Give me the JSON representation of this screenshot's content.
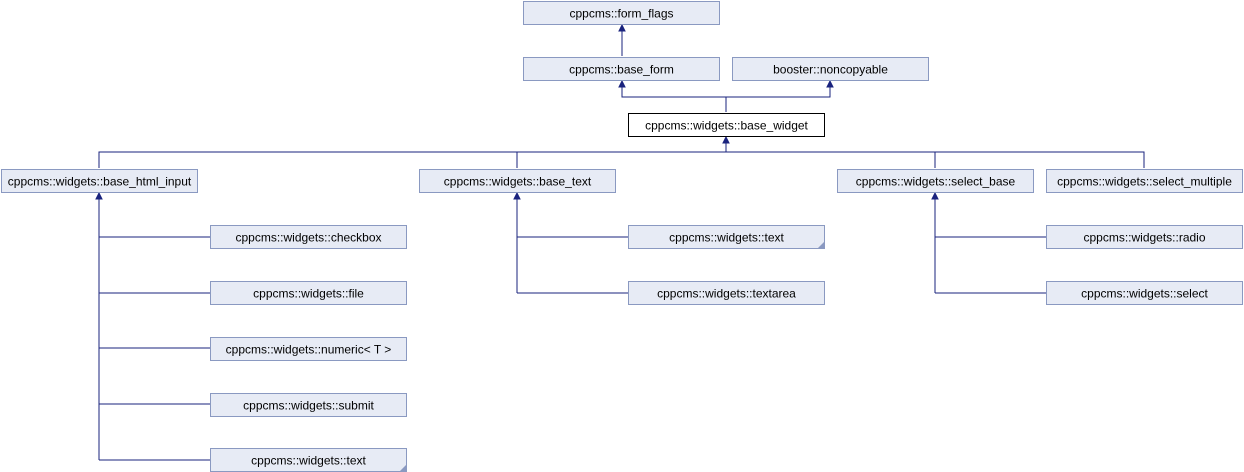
{
  "diagram": {
    "colors": {
      "node_fill": "#e7ebf5",
      "node_border": "#8a99c1",
      "current_fill": "#ffffff",
      "current_border": "#000000",
      "edge": "#1a237e"
    },
    "nodes": {
      "form_flags": {
        "label": "cppcms::form_flags"
      },
      "base_form": {
        "label": "cppcms::base_form"
      },
      "noncopyable": {
        "label": "booster::noncopyable"
      },
      "base_widget": {
        "label": "cppcms::widgets::base_widget"
      },
      "base_html_input": {
        "label": "cppcms::widgets::base_html_input"
      },
      "base_text": {
        "label": "cppcms::widgets::base_text"
      },
      "select_base": {
        "label": "cppcms::widgets::select_base"
      },
      "select_multiple": {
        "label": "cppcms::widgets::select_multiple"
      },
      "checkbox": {
        "label": "cppcms::widgets::checkbox"
      },
      "file": {
        "label": "cppcms::widgets::file"
      },
      "numeric": {
        "label": "cppcms::widgets::numeric< T >"
      },
      "submit": {
        "label": "cppcms::widgets::submit"
      },
      "text_a": {
        "label": "cppcms::widgets::text"
      },
      "text_b": {
        "label": "cppcms::widgets::text"
      },
      "textarea": {
        "label": "cppcms::widgets::textarea"
      },
      "radio": {
        "label": "cppcms::widgets::radio"
      },
      "select": {
        "label": "cppcms::widgets::select"
      }
    }
  }
}
